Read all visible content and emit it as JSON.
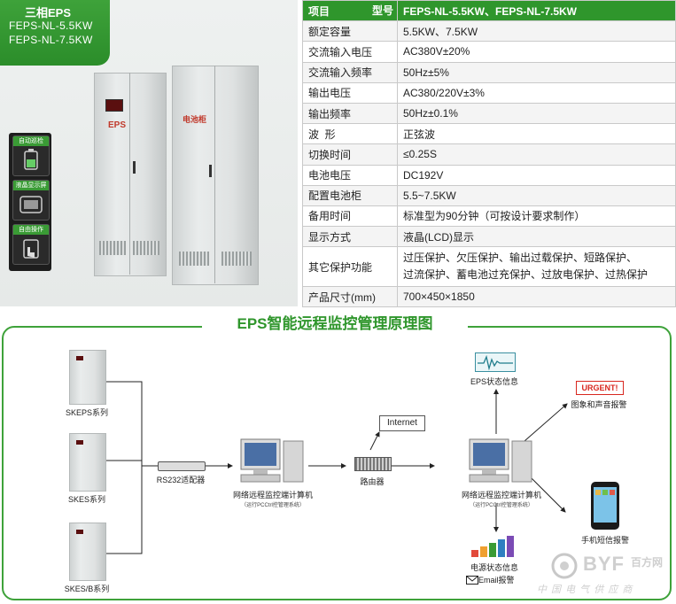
{
  "product": {
    "series": "三相EPS",
    "models": [
      "FEPS-NL-5.5KW",
      "FEPS-NL-7.5KW"
    ],
    "features": [
      "自动巡检",
      "液晶显示屏",
      "自由操作"
    ],
    "cabinet_brand": "EPS",
    "battery_cabinet_label": "电池柜"
  },
  "spec_table": {
    "header_item": "项目",
    "header_model": "型号",
    "header_value": "FEPS-NL-5.5KW、FEPS-NL-7.5KW",
    "rows": [
      {
        "key": "额定容量",
        "value": "5.5KW、7.5KW"
      },
      {
        "key": "交流输入电压",
        "value": "AC380V±20%"
      },
      {
        "key": "交流输入频率",
        "value": "50Hz±5%"
      },
      {
        "key": "输出电压",
        "value": "AC380/220V±3%"
      },
      {
        "key": "输出频率",
        "value": "50Hz±0.1%"
      },
      {
        "key": "波  形",
        "value": "正弦波"
      },
      {
        "key": "切换时间",
        "value": "≤0.25S"
      },
      {
        "key": "电池电压",
        "value": "DC192V"
      },
      {
        "key": "配置电池柜",
        "value": "5.5~7.5KW"
      },
      {
        "key": "备用时间",
        "value": "标准型为90分钟（可按设计要求制作）"
      },
      {
        "key": "显示方式",
        "value": "液晶(LCD)显示"
      },
      {
        "key": "其它保护功能",
        "value": "过压保护、欠压保护、输出过载保护、短路保护、",
        "value2": "过流保护、蓄电池过充保护、过放电保护、过热保护"
      },
      {
        "key": "产品尺寸(mm)",
        "value": "700×450×1850"
      }
    ]
  },
  "diagram": {
    "title": "EPS智能远程监控管理原理图",
    "series": [
      "SKEPS系列",
      "SKES系列",
      "SKES/B系列"
    ],
    "rs232": "RS232适配器",
    "computer_left": "网络远程监控端计算机",
    "computer_left_sub": "（运行PCCtrl控管理系统）",
    "router": "路由器",
    "internet": "Internet",
    "computer_right": "网络远程监控端计算机",
    "computer_right_sub": "（运行PCCtrl控管理系统）",
    "eps_status": "EPS状态信息",
    "urgent": "URGENT!",
    "alarm": "图象和声音报警",
    "sms": "手机短信报警",
    "power_status": "电源状态信息",
    "email": "Email报警"
  },
  "watermark": {
    "brand": "BYF",
    "brand_cn": "百方网",
    "slogan": "中 国 电 气 供 应 商"
  },
  "colors": {
    "accent": "#2f962c",
    "border": "#3ea23a",
    "urgent": "#d8271f"
  }
}
